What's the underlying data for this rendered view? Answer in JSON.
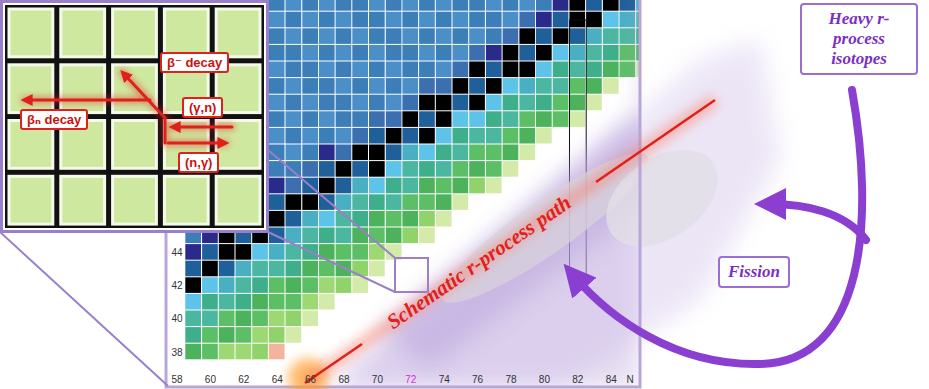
{
  "diagram": {
    "nodes": [
      {
        "text": [
          "β⁻ decay"
        ]
      },
      {
        "text": [
          "(γ,n)"
        ]
      },
      {
        "text": [
          "βₙ decay"
        ]
      },
      {
        "text": [
          "(n,γ)"
        ]
      },
      {
        "text": [
          "Heavy r-process isotopes"
        ]
      },
      {
        "text": [
          "Fission"
        ]
      }
    ],
    "labels": [
      "Schematic r-process path",
      "58",
      "60",
      "62",
      "64",
      "66",
      "68",
      "70",
      "72",
      "74",
      "76",
      "78",
      "80",
      "82",
      "84",
      "N",
      "38",
      "40",
      "42",
      "44"
    ]
  }
}
